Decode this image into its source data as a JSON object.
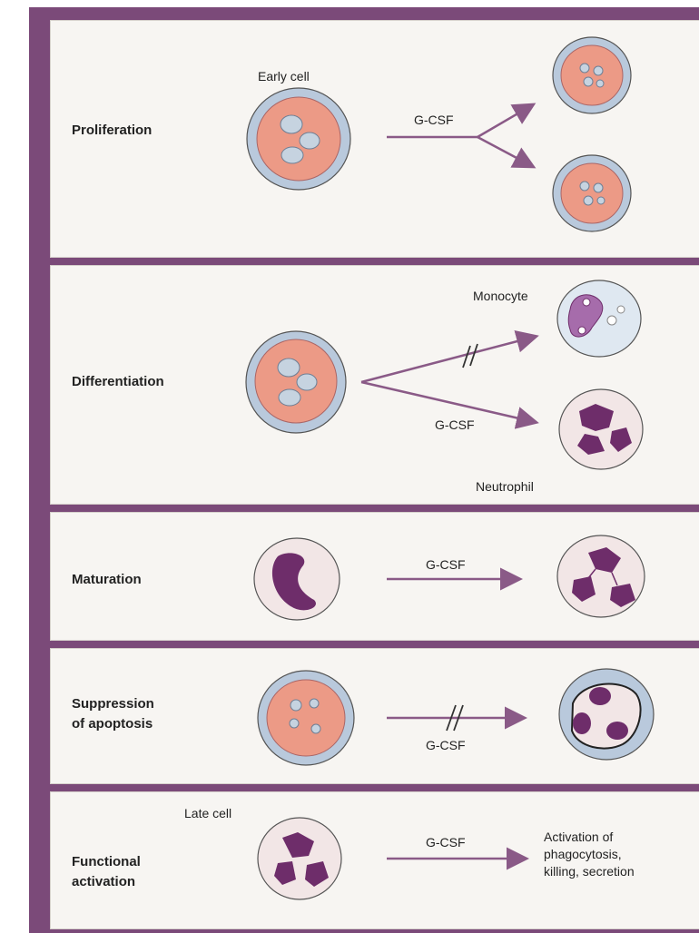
{
  "panels": [
    {
      "title": "Proliferation",
      "early_cell": "Early cell",
      "factor": "G-CSF"
    },
    {
      "title": "Differentiation",
      "monocyte": "Monocyte",
      "neutrophil": "Neutrophil",
      "factor": "G-CSF"
    },
    {
      "title": "Maturation",
      "factor": "G-CSF"
    },
    {
      "title_line1": "Suppression",
      "title_line2": "of apoptosis",
      "factor": "G-CSF"
    },
    {
      "title_line1": "Functional",
      "title_line2": "activation",
      "late_cell": "Late cell",
      "factor": "G-CSF",
      "outcome_line1": "Activation of",
      "outcome_line2": "phagocytosis,",
      "outcome_line3": "killing, secretion"
    }
  ],
  "colors": {
    "frame": "#7b4a79",
    "panel": "#f7f5f2",
    "membrane": "#b9c9dc",
    "cytoplasm_pink": "#ec9a86",
    "nucleus_outline": "#6e7f95",
    "neutrophil_nucleus": "#6e2d6a",
    "monocyte_nucleus": "#a66cab",
    "arrow": "#8a5a87"
  }
}
